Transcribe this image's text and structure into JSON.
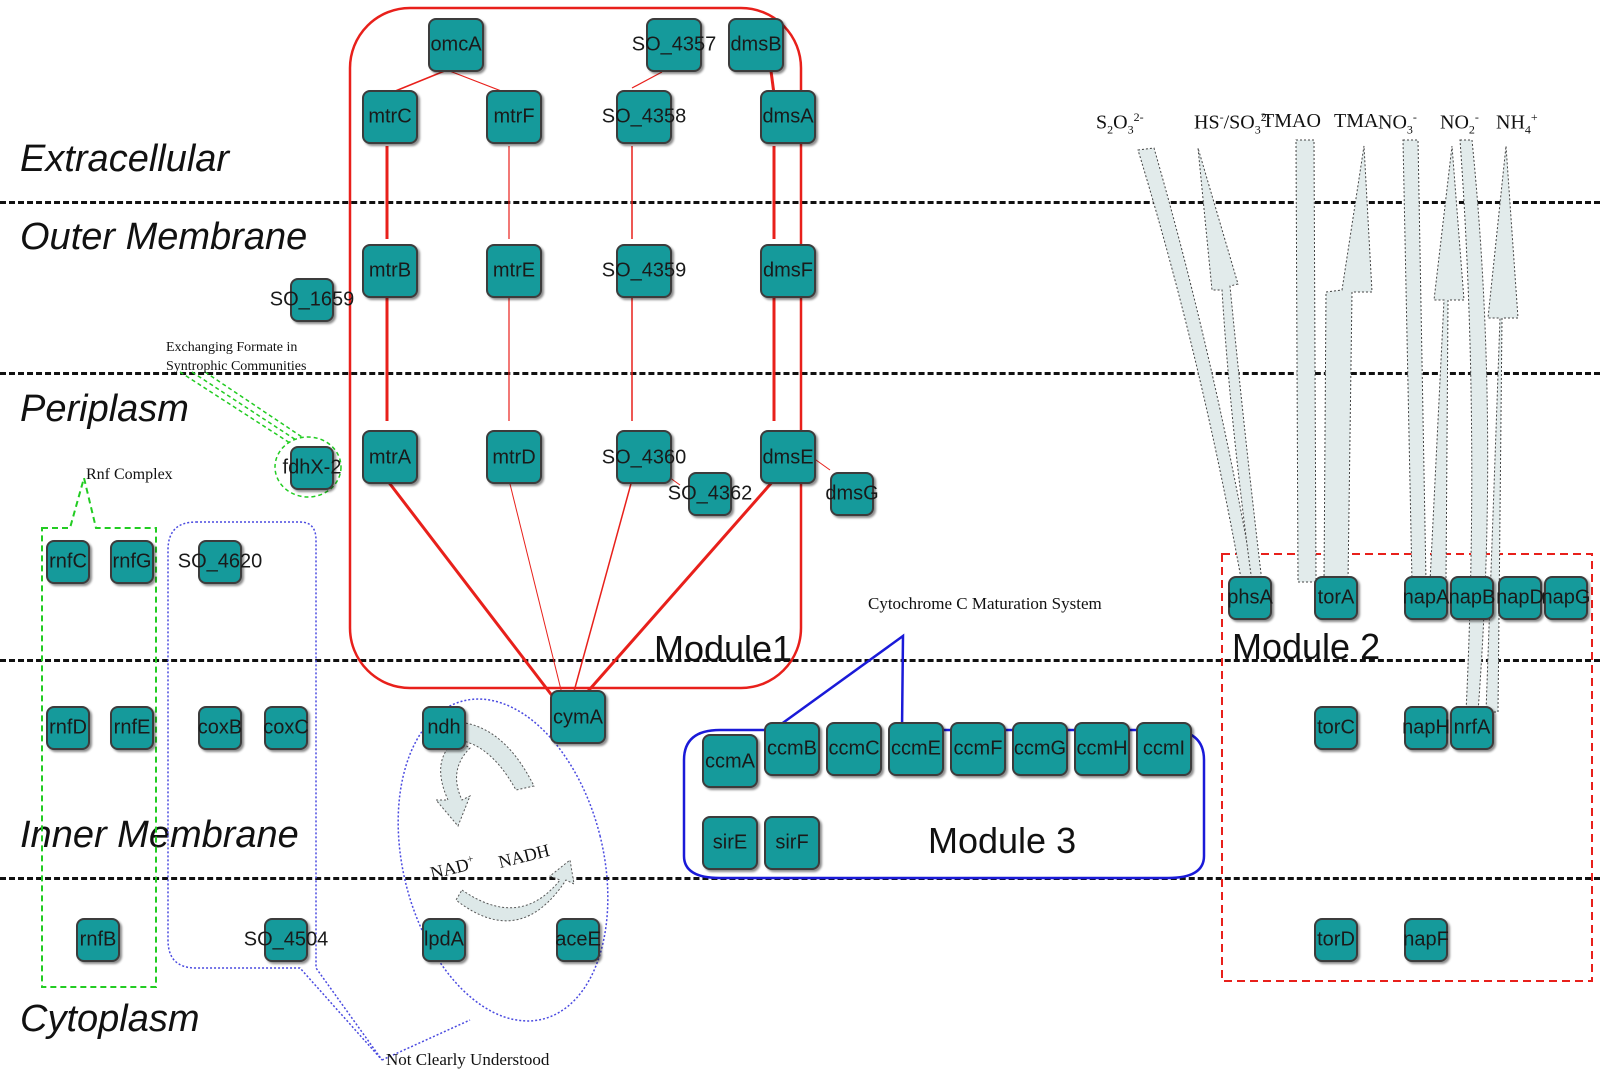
{
  "layers": [
    "Extracellular",
    "Outer Membrane",
    "Periplasm",
    "Inner Membrane",
    "Cytoplasm"
  ],
  "modules": {
    "m1": "Module1",
    "m2": "Module 2",
    "m3": "Module 3"
  },
  "annotations": {
    "formate_line1": "Exchanging Formate in",
    "formate_line2": "Syntrophic Communities",
    "rnf": "Rnf Complex",
    "ccm": "Cytochrome C Maturation System",
    "unclear": "Not Clearly Understood",
    "nad": "NAD",
    "nad_sup": "+",
    "nadh": "NADH"
  },
  "ions": {
    "s2o3": {
      "base": "S",
      "sub1": "2",
      "mid": "O",
      "sub2": "3",
      "sup": "2-"
    },
    "hs": {
      "base": "HS",
      "sup1": "-",
      "mid": "/SO",
      "sub": "3",
      "sup2": "2-"
    },
    "tmao": "TMAO",
    "tma": "TMA",
    "no3": {
      "base": "NO",
      "sub": "3",
      "sup": "-"
    },
    "no2": {
      "base": "NO",
      "sub": "2",
      "sup": "-"
    },
    "nh4": {
      "base": "NH",
      "sub": "4",
      "sup": "+"
    }
  },
  "colors": {
    "node": "#159a9b",
    "module1": "#e8201b",
    "module2": "#e8201b",
    "module3": "#1a1ad8",
    "rnf": "#22cc22",
    "unclear": "#4a4ae0"
  },
  "genes": {
    "omcA": "omcA",
    "mtrC": "mtrC",
    "mtrF": "mtrF",
    "SO_4357": "SO_4357",
    "dmsB": "dmsB",
    "SO_4358": "SO_4358",
    "dmsA": "dmsA",
    "mtrB": "mtrB",
    "mtrE": "mtrE",
    "SO_4359": "SO_4359",
    "dmsF": "dmsF",
    "mtrA": "mtrA",
    "mtrD": "mtrD",
    "SO_4360": "SO_4360",
    "dmsE": "dmsE",
    "SO_4362": "SO_4362",
    "dmsG": "dmsG",
    "cymA": "cymA",
    "SO_1659": "SO_1659",
    "fdhX-2": "fdhX-2",
    "rnfC": "rnfC",
    "rnfG": "rnfG",
    "rnfD": "rnfD",
    "rnfE": "rnfE",
    "rnfB": "rnfB",
    "SO_4620": "SO_4620",
    "coxB": "coxB",
    "coxC": "coxC",
    "SO_4504": "SO_4504",
    "ndh": "ndh",
    "lpdA": "lpdA",
    "aceE": "aceE",
    "ccmA": "ccmA",
    "ccmB": "ccmB",
    "ccmC": "ccmC",
    "ccmE": "ccmE",
    "ccmF": "ccmF",
    "ccmG": "ccmG",
    "ccmH": "ccmH",
    "ccmI": "ccmI",
    "sirE": "sirE",
    "sirF": "sirF",
    "phsA": "phsA",
    "torA": "torA",
    "napA": "napA",
    "napB": "napB",
    "napD": "napD",
    "napG": "napG",
    "torC": "torC",
    "napH": "napH",
    "nrfA": "nrfA",
    "torD": "torD",
    "napF": "napF"
  }
}
